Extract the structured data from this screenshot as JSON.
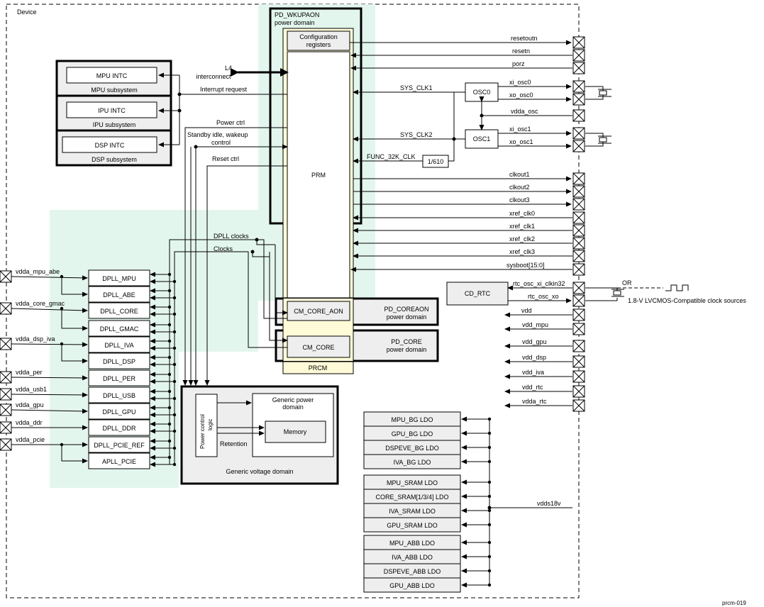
{
  "device_label": "Device",
  "footer_label": "prcm-019",
  "pd_wkupaon": {
    "title": "PD_WKUPAON",
    "subtitle": "power domain"
  },
  "config_registers": {
    "line1": "Configuration",
    "line2": "registers"
  },
  "prm_label": "PRM",
  "prcm_label": "PRCM",
  "cm_core_aon_label": "CM_CORE_AON",
  "cm_core_label": "CM_CORE",
  "pd_coreaon": {
    "title": "PD_COREAON",
    "subtitle": "power domain"
  },
  "pd_core": {
    "title": "PD_CORE",
    "subtitle": "power domain"
  },
  "subsystems": [
    {
      "intc": "MPU INTC",
      "name": "MPU subsystem"
    },
    {
      "intc": "IPU INTC",
      "name": "IPU subsystem"
    },
    {
      "intc": "DSP INTC",
      "name": "DSP subsystem"
    }
  ],
  "l4": {
    "line1": "L4",
    "line2": "interconnect"
  },
  "signals": {
    "interrupt_request": "Interrupt request",
    "power_ctrl": "Power ctrl",
    "standby_line1": "Standby idle, wakeup",
    "standby_line2": "control",
    "reset_ctrl": "Reset ctrl",
    "dpll_clocks": "DPLL clocks",
    "clocks": "Clocks",
    "sys_clk1": "SYS_CLK1",
    "sys_clk2": "SYS_CLK2",
    "func_32k_clk": "FUNC_32K_CLK",
    "divider": "1/610"
  },
  "oscillators": {
    "osc0": "OSC0",
    "osc1": "OSC1"
  },
  "cd_rtc": "CD_RTC",
  "right_pins": [
    "resetoutn",
    "resetn",
    "porz",
    "xi_osc0",
    "xo_osc0",
    "vdda_osc",
    "xi_osc1",
    "xo_osc1",
    "clkout1",
    "clkout2",
    "clkout3",
    "xref_clk0",
    "xref_clk1",
    "xref_clk2",
    "xref_clk3",
    "sysboot[15:0]",
    "rtc_osc_xi_clkin32",
    "rtc_osc_xo",
    "vdd",
    "vdd_mpu",
    "vdd_gpu",
    "vdd_dsp",
    "vdd_iva",
    "vdd_rtc",
    "vdda_rtc"
  ],
  "left_pins": [
    "vdda_mpu_abe",
    "vdda_core_gmac",
    "vdda_dsp_iva",
    "vdda_per",
    "vdda_usb1",
    "vdda_gpu",
    "vdda_ddr",
    "vdda_pcie"
  ],
  "dplls": [
    "DPLL_MPU",
    "DPLL_ABE",
    "DPLL_CORE",
    "DPLL_GMAC",
    "DPLL_IVA",
    "DPLL_DSP",
    "DPLL_PER",
    "DPLL_USB",
    "DPLL_GPU",
    "DPLL_DDR",
    "DPLL_PCIE_REF",
    "APLL_PCIE"
  ],
  "generic": {
    "voltage_domain": "Generic voltage domain",
    "power_domain_line1": "Generic power",
    "power_domain_line2": "domain",
    "memory": "Memory",
    "retention": "Retention",
    "power_control_line1": "Power control",
    "power_control_line2": "logic"
  },
  "ldo_groups": [
    [
      "MPU_BG LDO",
      "GPU_BG LDO",
      "DSPEVE_BG LDO",
      "IVA_BG LDO"
    ],
    [
      "MPU_SRAM LDO",
      "CORE_SRAM[1/3/4] LDO",
      "IVA_SRAM LDO",
      "GPU_SRAM LDO"
    ],
    [
      "MPU_ABB LDO",
      "IVA_ABB LDO",
      "DSPEVE_ABB LDO",
      "GPU_ABB LDO"
    ]
  ],
  "vdds18v": "vdds18v",
  "clock_source": {
    "or_label": "OR",
    "description": "1.8-V LVCMOS-Compatible clock sources"
  },
  "colors": {
    "domain_fill": "#e3f6ee",
    "prcm_fill": "#fffbd8",
    "box_fill": "#eeeeee"
  }
}
